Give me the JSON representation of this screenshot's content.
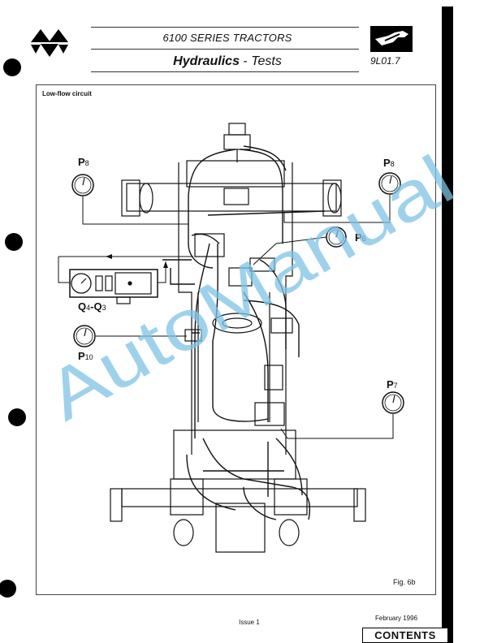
{
  "header": {
    "series": "6100 SERIES TRACTORS",
    "title_bold": "Hydraulics",
    "title_sep": " - ",
    "title_rest": "Tests",
    "code": "9L01.7",
    "logo_icon": "triangle-logo-icon",
    "section_icon": "wrench-hand-icon"
  },
  "figure": {
    "caption": "Low-flow circuit",
    "fig_label": "Fig. 6b",
    "watermark": "AutoManual",
    "gauges": {
      "p8_left": {
        "main": "P",
        "sub": "8"
      },
      "p8_right": {
        "main": "P",
        "sub": "8"
      },
      "p6": {
        "main": "P",
        "sub": "6"
      },
      "p10": {
        "main": "P",
        "sub": "10"
      },
      "p7": {
        "main": "P",
        "sub": "7"
      },
      "q": {
        "main": "Q",
        "sub": "4",
        "sep": "-",
        "main2": "Q",
        "sub2": "3"
      }
    }
  },
  "footer": {
    "issue": "Issue 1",
    "date": "February 1996",
    "contents": "CONTENTS"
  },
  "colors": {
    "watermark": "#7ec3e6",
    "ink": "#111111"
  }
}
